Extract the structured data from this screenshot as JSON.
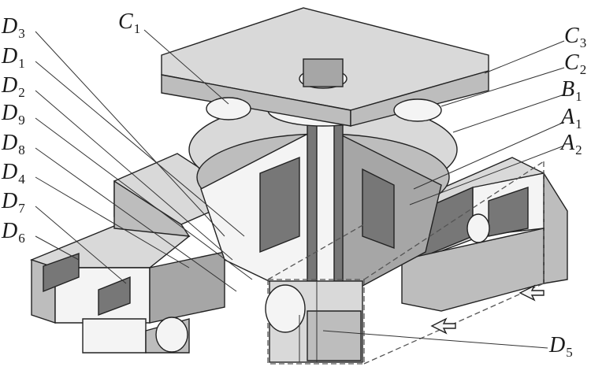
{
  "labels": [
    {
      "id": "C1",
      "letter": "C",
      "sub": "1"
    },
    {
      "id": "C3",
      "letter": "C",
      "sub": "3"
    },
    {
      "id": "C2",
      "letter": "C",
      "sub": "2"
    },
    {
      "id": "B1",
      "letter": "B",
      "sub": "1"
    },
    {
      "id": "A1",
      "letter": "A",
      "sub": "1"
    },
    {
      "id": "A2",
      "letter": "A",
      "sub": "2"
    },
    {
      "id": "D3",
      "letter": "D",
      "sub": "3"
    },
    {
      "id": "D1",
      "letter": "D",
      "sub": "1"
    },
    {
      "id": "D2",
      "letter": "D",
      "sub": "2"
    },
    {
      "id": "D9",
      "letter": "D",
      "sub": "9"
    },
    {
      "id": "D8",
      "letter": "D",
      "sub": "8"
    },
    {
      "id": "D4",
      "letter": "D",
      "sub": "4"
    },
    {
      "id": "D7",
      "letter": "D",
      "sub": "7"
    },
    {
      "id": "D6",
      "letter": "D",
      "sub": "6"
    },
    {
      "id": "D5",
      "letter": "D",
      "sub": "5"
    }
  ]
}
